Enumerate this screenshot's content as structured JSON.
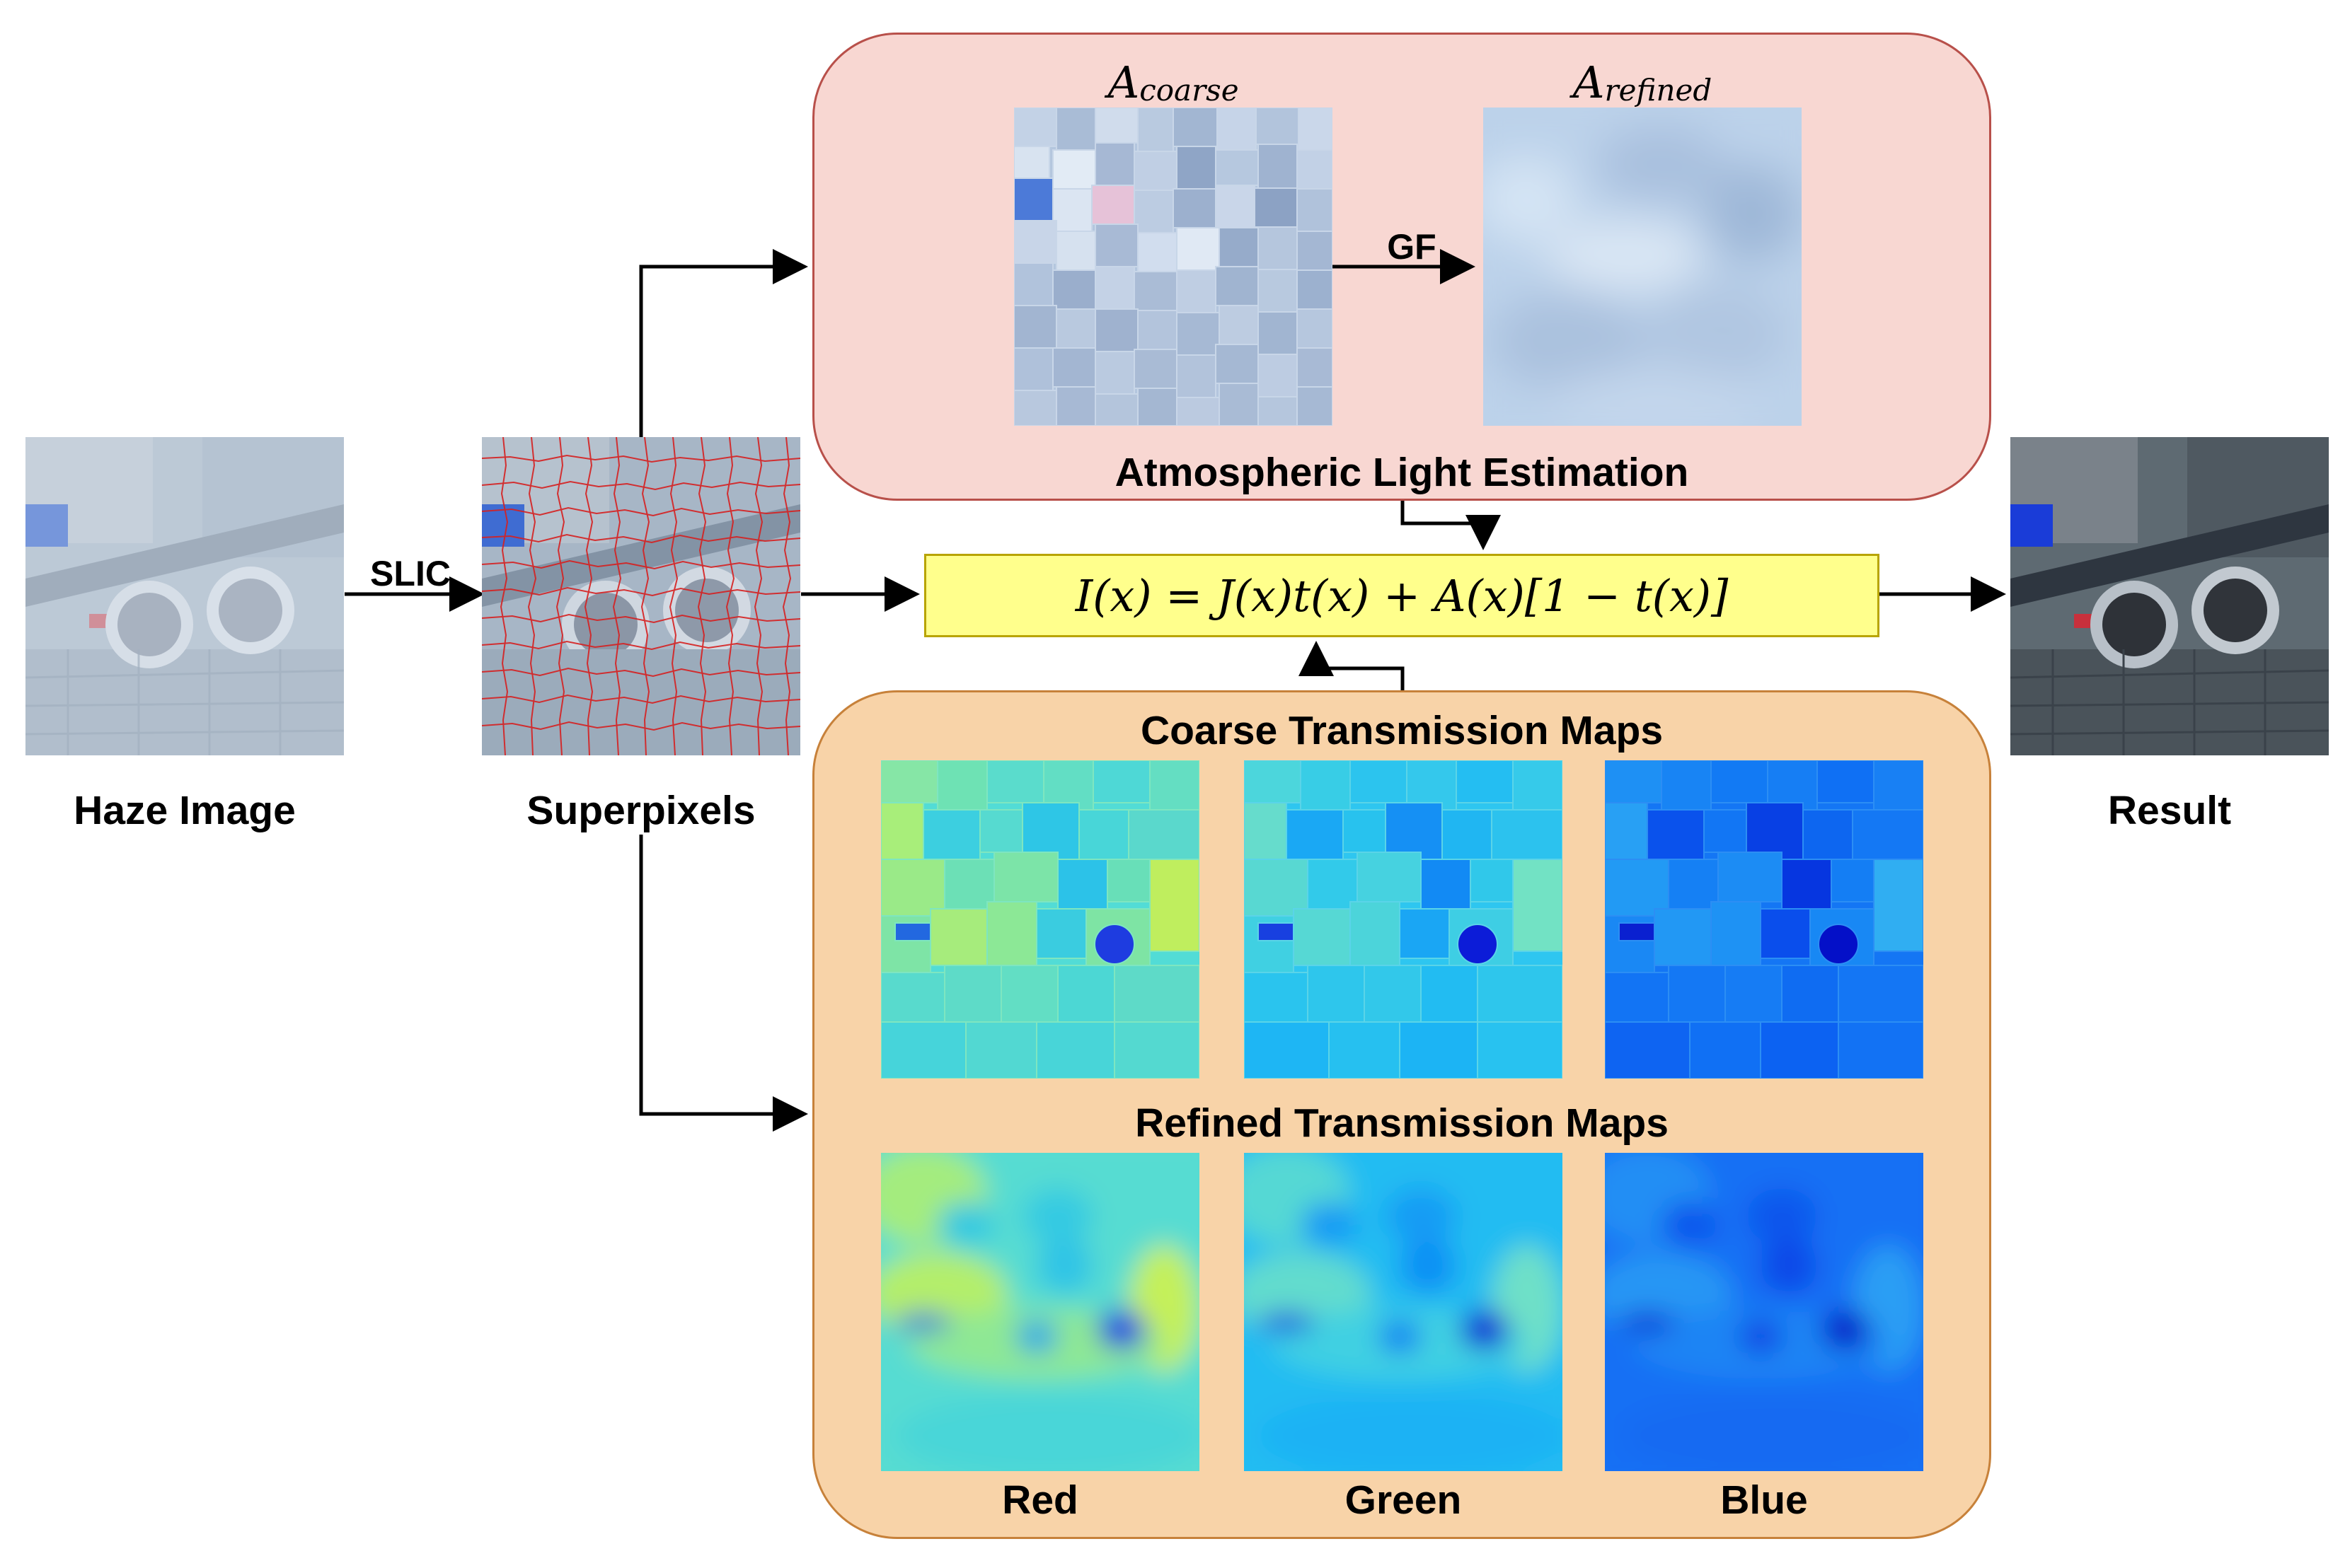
{
  "colors": {
    "atm_panel_fill": "#f8d7d2",
    "atm_panel_border": "#b8504a",
    "trans_panel_fill": "#f8d3a8",
    "trans_panel_border": "#c7813a",
    "equation_fill": "#ffff8c",
    "equation_border": "#b8a400",
    "superpixel_boundary": "#d62020"
  },
  "inputs": {
    "haze_label": "Haze Image",
    "slic_label": "SLIC",
    "superpixels_label": "Superpixels",
    "result_label": "Result"
  },
  "atmospheric": {
    "coarse_symbol": "A",
    "coarse_subscript": "coarse",
    "refined_symbol": "A",
    "refined_subscript": "refined",
    "gf_label": "GF",
    "title": "Atmospheric Light Estimation"
  },
  "equation": {
    "text": "I(x) = J(x)t(x) + A(x)[1 − t(x)]"
  },
  "transmission": {
    "coarse_title": "Coarse Transmission Maps",
    "refined_title": "Refined Transmission Maps",
    "channels": [
      "Red",
      "Green",
      "Blue"
    ]
  }
}
